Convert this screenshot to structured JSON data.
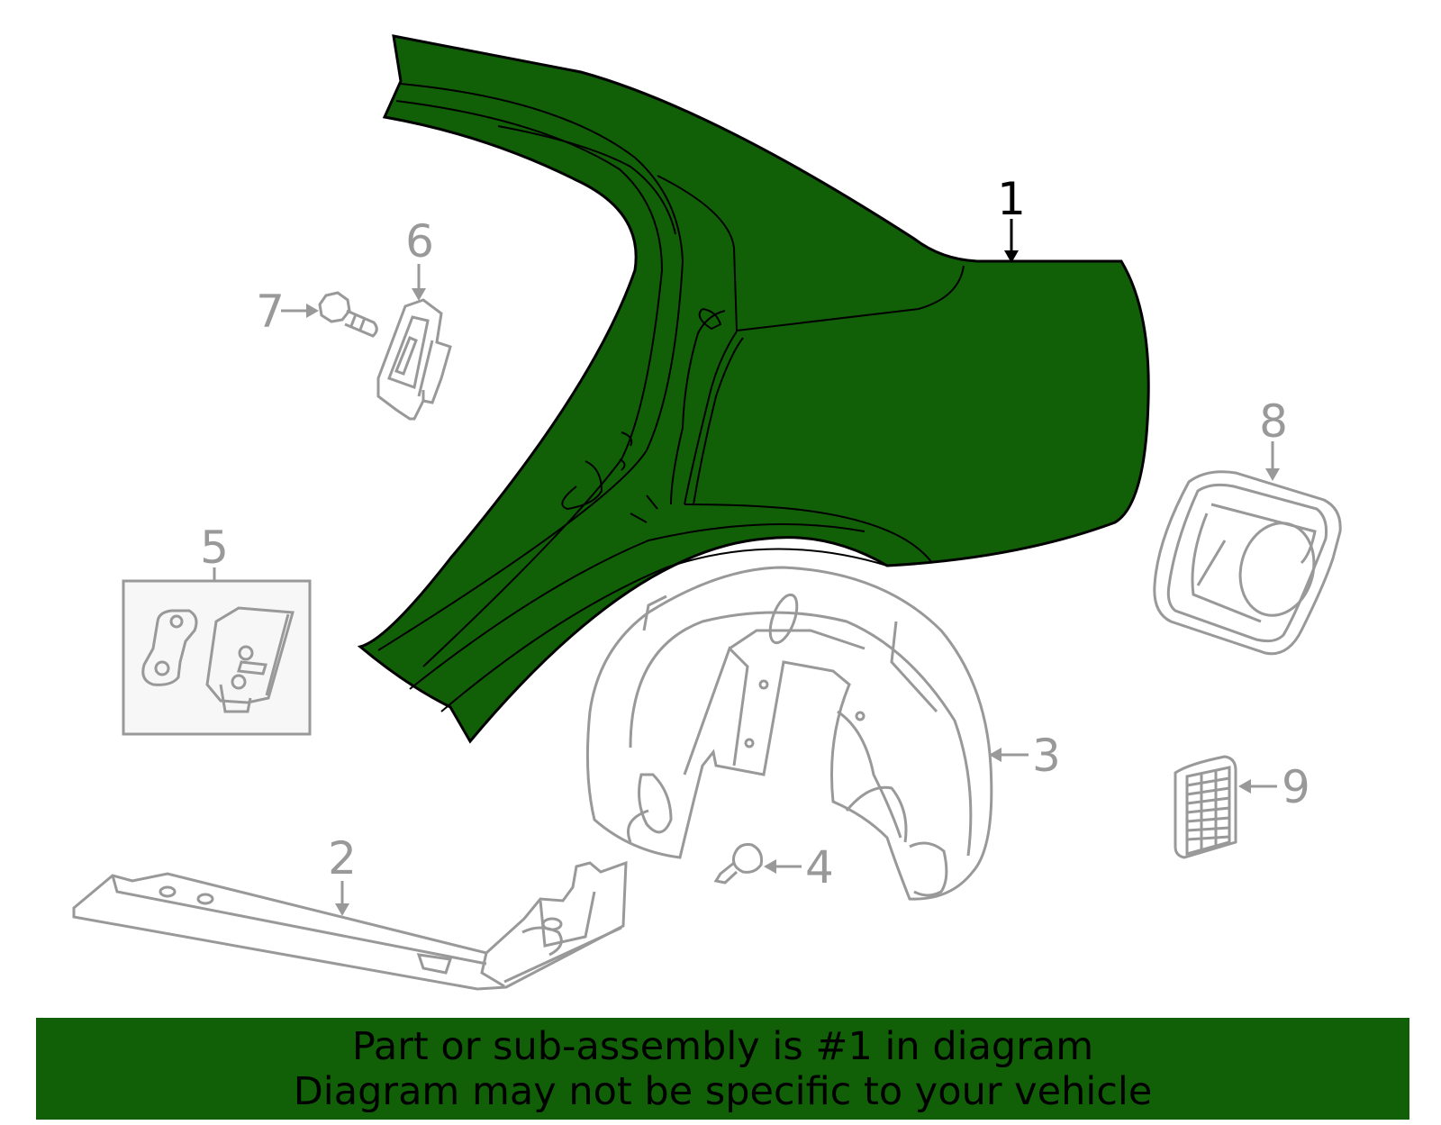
{
  "diagram": {
    "highlight_color": "#116008",
    "inactive_color": "#999999",
    "active_label_color": "#000000",
    "callouts": [
      {
        "id": "1",
        "label": "1",
        "active": true
      },
      {
        "id": "2",
        "label": "2",
        "active": false
      },
      {
        "id": "3",
        "label": "3",
        "active": false
      },
      {
        "id": "4",
        "label": "4",
        "active": false
      },
      {
        "id": "5",
        "label": "5",
        "active": false
      },
      {
        "id": "6",
        "label": "6",
        "active": false
      },
      {
        "id": "7",
        "label": "7",
        "active": false
      },
      {
        "id": "8",
        "label": "8",
        "active": false
      },
      {
        "id": "9",
        "label": "9",
        "active": false
      }
    ]
  },
  "banner": {
    "line1": "Part or sub-assembly is #1 in diagram",
    "line2": "Diagram may not be specific to your vehicle",
    "background": "#116008"
  }
}
